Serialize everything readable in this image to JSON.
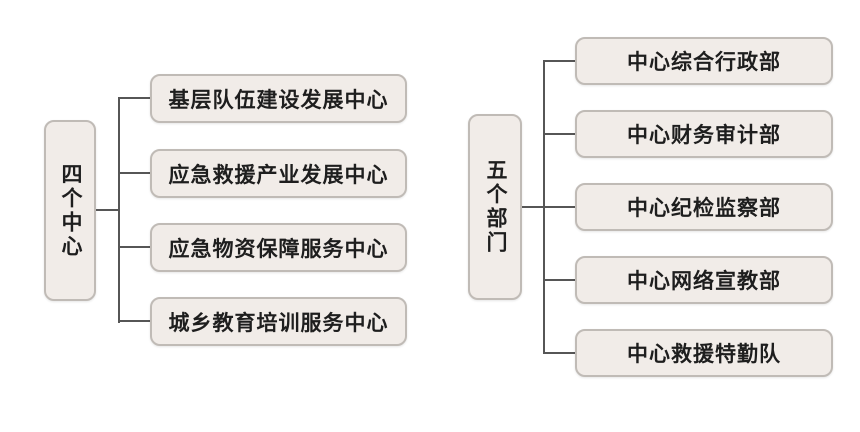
{
  "diagram": {
    "colors": {
      "background": "#ffffff",
      "box_fill": "#f1ece8",
      "box_border": "#c0bbb6",
      "line": "#565656",
      "text": "#1e1e1e"
    },
    "groups": [
      {
        "root": "四个中心",
        "children": [
          "基层队伍建设发展中心",
          "应急救援产业发展中心",
          "应急物资保障服务中心",
          "城乡教育培训服务中心"
        ]
      },
      {
        "root": "五个部门",
        "children": [
          "中心综合行政部",
          "中心财务审计部",
          "中心纪检监察部",
          "中心网络宣教部",
          "中心救援特勤队"
        ]
      }
    ]
  }
}
